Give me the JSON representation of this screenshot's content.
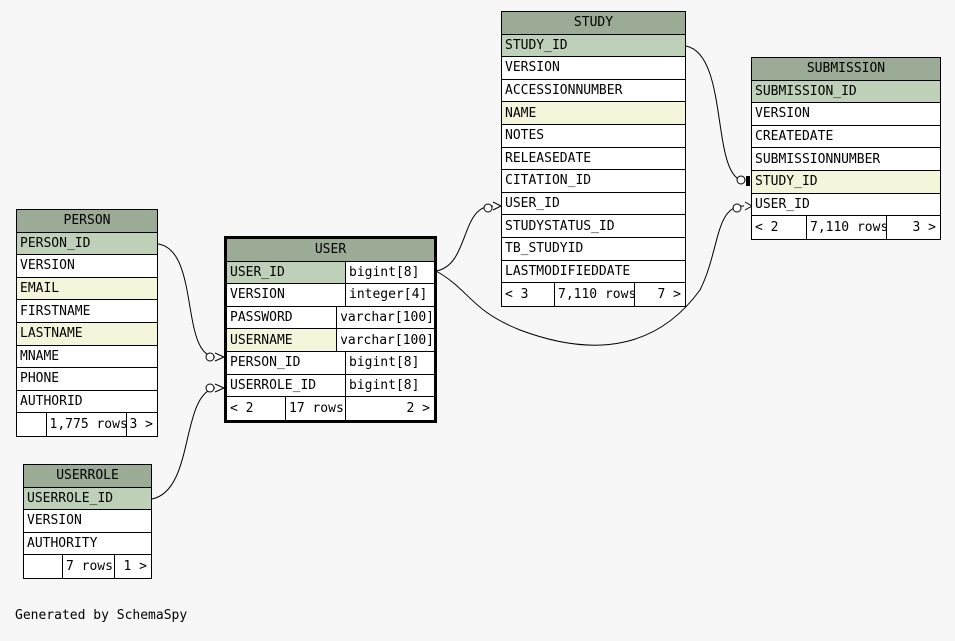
{
  "tables": {
    "study": {
      "name": "STUDY",
      "columns": [
        "STUDY_ID",
        "VERSION",
        "ACCESSIONNUMBER",
        "NAME",
        "NOTES",
        "RELEASEDATE",
        "CITATION_ID",
        "USER_ID",
        "STUDYSTATUS_ID",
        "TB_STUDYID",
        "LASTMODIFIEDDATE"
      ],
      "footer": {
        "parents": "< 3",
        "rows": "7,110 rows",
        "children": "7 >"
      }
    },
    "submission": {
      "name": "SUBMISSION",
      "columns": [
        "SUBMISSION_ID",
        "VERSION",
        "CREATEDATE",
        "SUBMISSIONNUMBER",
        "STUDY_ID",
        "USER_ID"
      ],
      "footer": {
        "parents": "< 2",
        "rows": "7,110 rows",
        "children": "3 >"
      }
    },
    "person": {
      "name": "PERSON",
      "columns": [
        "PERSON_ID",
        "VERSION",
        "EMAIL",
        "FIRSTNAME",
        "LASTNAME",
        "MNAME",
        "PHONE",
        "AUTHORID"
      ],
      "footer": {
        "parents": "",
        "rows": "1,775 rows",
        "children": "3 >"
      }
    },
    "user": {
      "name": "USER",
      "columns": [
        "USER_ID",
        "VERSION",
        "PASSWORD",
        "USERNAME",
        "PERSON_ID",
        "USERROLE_ID"
      ],
      "types": [
        "bigint[8]",
        "integer[4]",
        "varchar[100]",
        "varchar[100]",
        "bigint[8]",
        "bigint[8]"
      ],
      "footer": {
        "parents": "< 2",
        "rows": "17 rows",
        "children": "2 >"
      }
    },
    "userrole": {
      "name": "USERROLE",
      "columns": [
        "USERROLE_ID",
        "VERSION",
        "AUTHORITY"
      ],
      "footer": {
        "parents": "",
        "rows": "7 rows",
        "children": "1 >"
      }
    }
  },
  "credit": "Generated by SchemaSpy"
}
